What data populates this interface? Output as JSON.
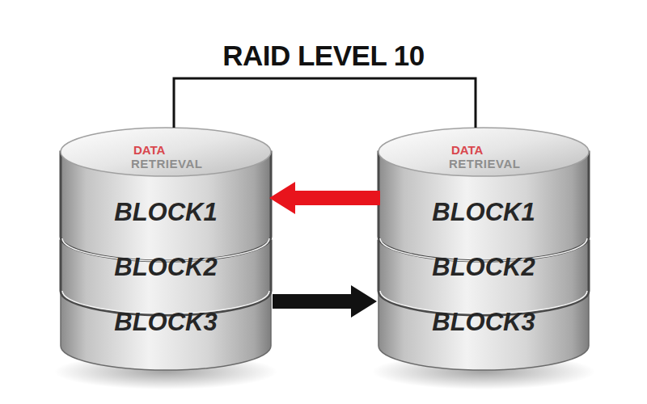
{
  "diagram": {
    "title": "RAID LEVEL 10",
    "nodes": [
      {
        "text": [
          "DATA",
          "RETRIEVAL"
        ]
      },
      {
        "text": [
          "BLOCK1"
        ],
        "in": 0
      },
      {
        "text": [
          "BLOCK2"
        ],
        "in": 0
      },
      {
        "text": [
          "BLOCK3"
        ],
        "in": 0
      },
      {
        "text": [
          "DATA",
          "RETRIEVAL"
        ]
      },
      {
        "text": [
          "BLOCK1"
        ],
        "in": 4
      },
      {
        "text": [
          "BLOCK2"
        ],
        "in": 4
      },
      {
        "text": [
          "BLOCK3"
        ],
        "in": 4
      }
    ],
    "edges": [
      {
        "from": 0,
        "to": 4,
        "arrow": "none"
      },
      {
        "from": 5,
        "to": 1,
        "arrow": "to"
      },
      {
        "from": 3,
        "to": 7,
        "arrow": "to"
      }
    ]
  }
}
